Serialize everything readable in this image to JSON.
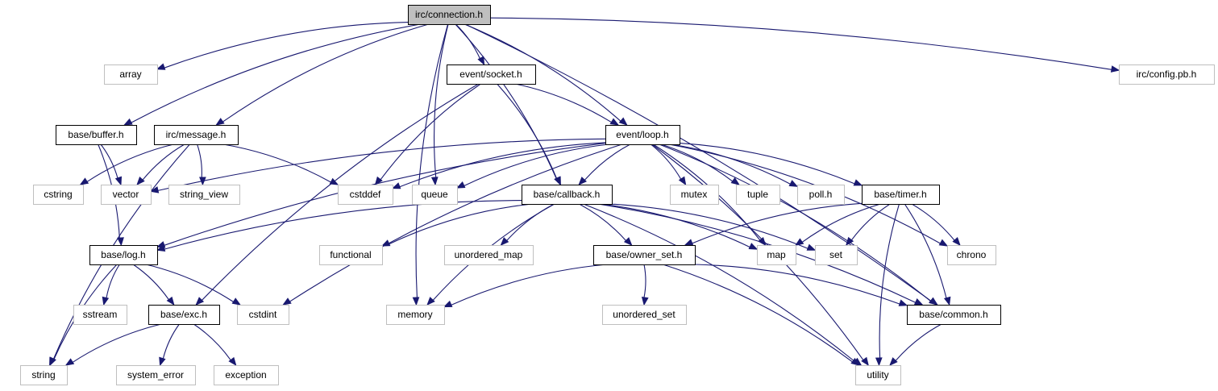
{
  "nodes": [
    {
      "id": "connection",
      "label": "irc/connection.h",
      "kind": "root"
    },
    {
      "id": "array",
      "label": "array",
      "kind": "ext"
    },
    {
      "id": "config",
      "label": "irc/config.pb.h",
      "kind": "ext"
    },
    {
      "id": "socket",
      "label": "event/socket.h",
      "kind": "local"
    },
    {
      "id": "buffer",
      "label": "base/buffer.h",
      "kind": "local"
    },
    {
      "id": "message",
      "label": "irc/message.h",
      "kind": "local"
    },
    {
      "id": "loop",
      "label": "event/loop.h",
      "kind": "local"
    },
    {
      "id": "cstring",
      "label": "cstring",
      "kind": "ext"
    },
    {
      "id": "vector",
      "label": "vector",
      "kind": "ext"
    },
    {
      "id": "string_view",
      "label": "string_view",
      "kind": "ext"
    },
    {
      "id": "cstddef",
      "label": "cstddef",
      "kind": "ext"
    },
    {
      "id": "queue",
      "label": "queue",
      "kind": "ext"
    },
    {
      "id": "callback",
      "label": "base/callback.h",
      "kind": "local"
    },
    {
      "id": "mutex",
      "label": "mutex",
      "kind": "ext"
    },
    {
      "id": "tuple",
      "label": "tuple",
      "kind": "ext"
    },
    {
      "id": "poll",
      "label": "poll.h",
      "kind": "ext"
    },
    {
      "id": "timer",
      "label": "base/timer.h",
      "kind": "local"
    },
    {
      "id": "log",
      "label": "base/log.h",
      "kind": "local"
    },
    {
      "id": "functional",
      "label": "functional",
      "kind": "ext"
    },
    {
      "id": "unordered_map",
      "label": "unordered_map",
      "kind": "ext"
    },
    {
      "id": "owner_set",
      "label": "base/owner_set.h",
      "kind": "local"
    },
    {
      "id": "map",
      "label": "map",
      "kind": "ext"
    },
    {
      "id": "set",
      "label": "set",
      "kind": "ext"
    },
    {
      "id": "chrono",
      "label": "chrono",
      "kind": "ext"
    },
    {
      "id": "sstream",
      "label": "sstream",
      "kind": "ext"
    },
    {
      "id": "exc",
      "label": "base/exc.h",
      "kind": "local"
    },
    {
      "id": "cstdint",
      "label": "cstdint",
      "kind": "ext"
    },
    {
      "id": "memory",
      "label": "memory",
      "kind": "ext"
    },
    {
      "id": "unordered_set",
      "label": "unordered_set",
      "kind": "ext"
    },
    {
      "id": "common",
      "label": "base/common.h",
      "kind": "local"
    },
    {
      "id": "string",
      "label": "string",
      "kind": "ext"
    },
    {
      "id": "system_error",
      "label": "system_error",
      "kind": "ext"
    },
    {
      "id": "exception",
      "label": "exception",
      "kind": "ext"
    },
    {
      "id": "utility",
      "label": "utility",
      "kind": "ext"
    }
  ],
  "edges": [
    [
      "connection",
      "array"
    ],
    [
      "connection",
      "buffer"
    ],
    [
      "connection",
      "message"
    ],
    [
      "connection",
      "memory"
    ],
    [
      "connection",
      "queue"
    ],
    [
      "connection",
      "socket"
    ],
    [
      "connection",
      "callback"
    ],
    [
      "connection",
      "loop"
    ],
    [
      "connection",
      "common"
    ],
    [
      "connection",
      "config"
    ],
    [
      "socket",
      "loop"
    ],
    [
      "socket",
      "cstddef"
    ],
    [
      "socket",
      "callback"
    ],
    [
      "socket",
      "exc"
    ],
    [
      "buffer",
      "vector"
    ],
    [
      "buffer",
      "log"
    ],
    [
      "message",
      "cstring"
    ],
    [
      "message",
      "vector"
    ],
    [
      "message",
      "string_view"
    ],
    [
      "message",
      "cstddef"
    ],
    [
      "message",
      "string"
    ],
    [
      "loop",
      "vector"
    ],
    [
      "loop",
      "cstddef"
    ],
    [
      "loop",
      "queue"
    ],
    [
      "loop",
      "callback"
    ],
    [
      "loop",
      "mutex"
    ],
    [
      "loop",
      "tuple"
    ],
    [
      "loop",
      "poll"
    ],
    [
      "loop",
      "timer"
    ],
    [
      "loop",
      "map"
    ],
    [
      "loop",
      "chrono"
    ],
    [
      "loop",
      "common"
    ],
    [
      "loop",
      "utility"
    ],
    [
      "loop",
      "cstdint"
    ],
    [
      "loop",
      "log"
    ],
    [
      "callback",
      "log"
    ],
    [
      "callback",
      "functional"
    ],
    [
      "callback",
      "unordered_map"
    ],
    [
      "callback",
      "memory"
    ],
    [
      "callback",
      "owner_set"
    ],
    [
      "callback",
      "map"
    ],
    [
      "callback",
      "set"
    ],
    [
      "callback",
      "common"
    ],
    [
      "callback",
      "utility"
    ],
    [
      "timer",
      "owner_set"
    ],
    [
      "timer",
      "map"
    ],
    [
      "timer",
      "set"
    ],
    [
      "timer",
      "chrono"
    ],
    [
      "timer",
      "common"
    ],
    [
      "timer",
      "utility"
    ],
    [
      "owner_set",
      "memory"
    ],
    [
      "owner_set",
      "unordered_set"
    ],
    [
      "owner_set",
      "common"
    ],
    [
      "owner_set",
      "utility"
    ],
    [
      "log",
      "sstream"
    ],
    [
      "log",
      "exc"
    ],
    [
      "log",
      "cstdint"
    ],
    [
      "log",
      "string"
    ],
    [
      "exc",
      "string"
    ],
    [
      "exc",
      "system_error"
    ],
    [
      "exc",
      "exception"
    ],
    [
      "common",
      "utility"
    ]
  ]
}
